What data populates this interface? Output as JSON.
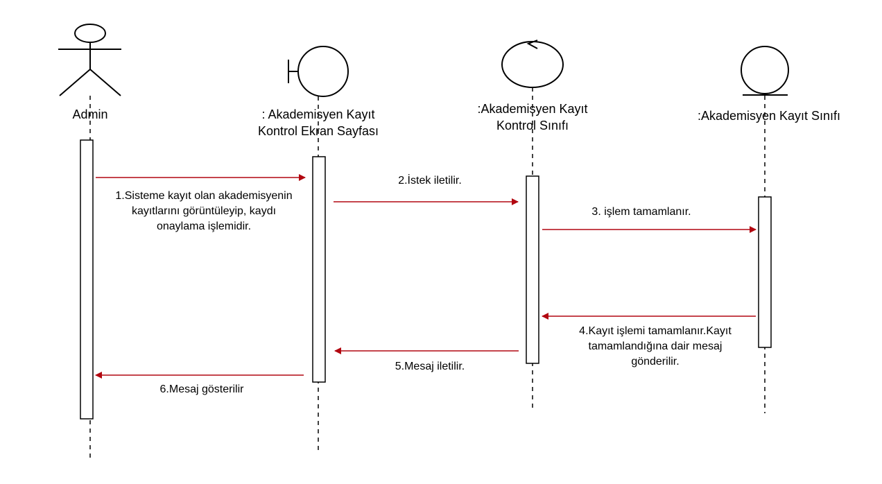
{
  "participants": [
    {
      "id": "admin",
      "kind": "actor",
      "label": "Admin"
    },
    {
      "id": "boundary",
      "kind": "boundary",
      "label": ": Akademisyen Kayıt\nKontrol Ekran Sayfası"
    },
    {
      "id": "control",
      "kind": "control",
      "label": ":Akademisyen Kayıt\nKontrol Sınıfı"
    },
    {
      "id": "entity",
      "kind": "entity",
      "label": ":Akademisyen Kayıt  Sınıfı"
    }
  ],
  "messages": [
    {
      "from": "admin",
      "to": "boundary",
      "label": "1.Sisteme kayıt olan akademisyenin\nkayıtlarını görüntüleyip, kaydı\nonaylama işlemidir."
    },
    {
      "from": "boundary",
      "to": "control",
      "label": "2.İstek iletilir."
    },
    {
      "from": "control",
      "to": "entity",
      "label": "3. işlem tamamlanır."
    },
    {
      "from": "entity",
      "to": "control",
      "label": "4.Kayıt işlemi tamamlanır.Kayıt\ntamamlandığına dair mesaj\ngönderilir."
    },
    {
      "from": "control",
      "to": "boundary",
      "label": "5.Mesaj iletilir."
    },
    {
      "from": "boundary",
      "to": "admin",
      "label": "6.Mesaj gösterilir"
    }
  ],
  "colors": {
    "arrow": "#b20710",
    "line": "#000000"
  }
}
